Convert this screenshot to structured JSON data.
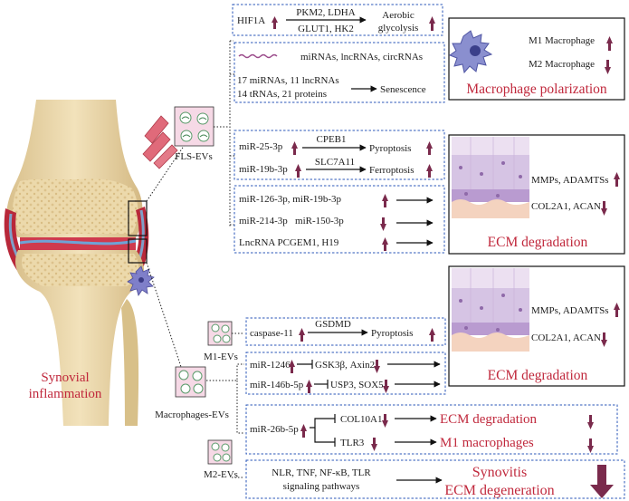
{
  "left": {
    "synovial_inflammation": [
      "Synovial",
      "inflammation"
    ]
  },
  "cells": {
    "fls": "FLS-EVs",
    "m1": "M1-EVs",
    "macrophages": "Macrophages-EVs",
    "m2": "M2-EVs"
  },
  "fls_glycolysis": {
    "hif1a": "HIF1A",
    "top": "PKM2, LDHA",
    "bottom": "GLUT1, HK2",
    "result": [
      "Aerobic",
      "glycolysis"
    ]
  },
  "fls_senescence": {
    "cargo": "miRNAs, lncRNAs, circRNAs",
    "line1": "17 miRNAs, 11 lncRNAs",
    "line2": "14 tRNAs, 21 proteins",
    "result": "Senescence"
  },
  "macrophage_polarization": {
    "m1": "M1 Macrophage",
    "m2": "M2 Macrophage",
    "title": "Macrophage polarization"
  },
  "fls_pyro": {
    "row1": {
      "mirna": "miR-25-3p",
      "target": "CPEB1",
      "result": "Pyroptosis"
    },
    "row2": {
      "mirna": "miR-19b-3p",
      "target": "SLC7A11",
      "result": "Ferroptosis"
    }
  },
  "fls_ecm": {
    "row1": "miR-126-3p, miR-19b-3p",
    "row2": "miR-214-3p   miR-150-3p",
    "row3": "LncRNA PCGEM1, H19"
  },
  "ecm_panel_1": {
    "mmps": "MMPs, ADAMTSs",
    "col": "COL2A1, ACAN",
    "title": "ECM degradation"
  },
  "m1_pyro": {
    "mirna": "caspase-11",
    "target": "GSDMD",
    "result": "Pyroptosis"
  },
  "mac_ecm": {
    "row1": {
      "mirna": "miR-1246",
      "target": "GSK3β, Axin2"
    },
    "row2": {
      "mirna": "miR-146b-5p",
      "target": "USP3, SOX5"
    }
  },
  "ecm_panel_2": {
    "mmps": "MMPs, ADAMTSs",
    "col": "COL2A1, ACAN",
    "title": "ECM degradation"
  },
  "mac_26b": {
    "mirna": "miR-26b-5p",
    "row1": {
      "target": "COL10A1",
      "result": "ECM degradation"
    },
    "row2": {
      "target": "TLR3",
      "result": "M1 macrophages"
    }
  },
  "m2_box": {
    "line1": "NLR, TNF, NF-κB, TLR",
    "line2": "signaling pathways",
    "result1": "Synovitis",
    "result2": "ECM degeneration"
  },
  "colors": {
    "box_border": "#2b57b8",
    "accent_red": "#c0283c",
    "arrow_purple": "#7a2a4c",
    "bone": "#e9d5a8",
    "synovium": "#b8283a",
    "cartilage_purple": "#d6c4e4",
    "ev_box": "#f6d9e6",
    "macrophage": "#8a8fcf"
  }
}
